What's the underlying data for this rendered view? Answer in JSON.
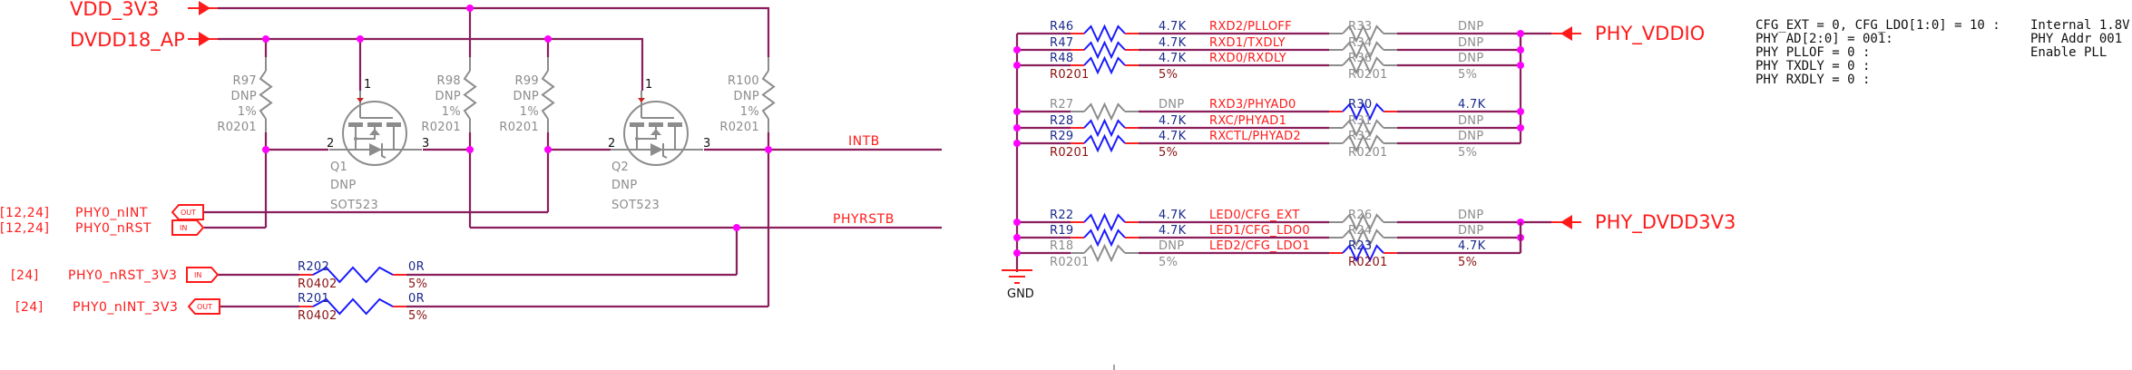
{
  "power_ports": {
    "vdd_3v3": "VDD_3V3",
    "dvdd18_ap": "DVDD18_AP",
    "phy_vddio": "PHY_VDDIO",
    "phy_dvdd3v3": "PHY_DVDD3V3",
    "gnd": "GND"
  },
  "colors": {
    "wire": "#8a1f5c",
    "junction": "#ff00ff",
    "net_label": "#ff1a1a",
    "populated_resistor": "#1a1aff",
    "dnp_component": "#8c8c8c",
    "refdes": "#1a2a8c",
    "footprint": "#8a1010"
  },
  "pullups": [
    {
      "ref": "R97",
      "value": "DNP",
      "tol": "1%",
      "pkg": "R0201"
    },
    {
      "ref": "R98",
      "value": "DNP",
      "tol": "1%",
      "pkg": "R0201"
    },
    {
      "ref": "R99",
      "value": "DNP",
      "tol": "1%",
      "pkg": "R0201"
    },
    {
      "ref": "R100",
      "value": "DNP",
      "tol": "1%",
      "pkg": "R0201"
    }
  ],
  "transistors": [
    {
      "ref": "Q1",
      "value": "DNP",
      "pkg": "SOT523",
      "pin1": "1",
      "pin2": "2",
      "pin3": "3"
    },
    {
      "ref": "Q2",
      "value": "DNP",
      "pkg": "SOT523",
      "pin1": "1",
      "pin2": "2",
      "pin3": "3"
    }
  ],
  "nets": {
    "intb": "INTB",
    "phyrstb": "PHYRSTB"
  },
  "off_page": [
    {
      "ref": "[12,24]",
      "name": "PHY0_nINT",
      "dir": "OUT"
    },
    {
      "ref": "[12,24]",
      "name": "PHY0_nRST",
      "dir": "IN"
    },
    {
      "ref": "[24]",
      "name": "PHY0_nRST_3V3",
      "dir": "IN"
    },
    {
      "ref": "[24]",
      "name": "PHY0_nINT_3V3",
      "dir": "OUT"
    }
  ],
  "series": [
    {
      "ref": "R202",
      "pkg": "R0402",
      "value": "0R",
      "tol": "5%"
    },
    {
      "ref": "R201",
      "pkg": "R0402",
      "value": "0R",
      "tol": "5%"
    }
  ],
  "strap_groups": [
    {
      "rows": [
        {
          "lref": "R46",
          "lval": "4.7K",
          "lpop": true,
          "net": "RXD2/PLLOFF",
          "rref": "R33",
          "rval": "DNP",
          "rpop": false
        },
        {
          "lref": "R47",
          "lval": "4.7K",
          "lpop": true,
          "net": "RXD1/TXDLY",
          "rref": "R34",
          "rval": "DNP",
          "rpop": false
        },
        {
          "lref": "R48",
          "lval": "4.7K",
          "lpop": true,
          "net": "RXD0/RXDLY",
          "rref": "R36",
          "rval": "DNP",
          "rpop": false
        }
      ],
      "lpkg": "R0201",
      "ltol": "5%",
      "rpkg": "R0201",
      "rtol": "5%"
    },
    {
      "rows": [
        {
          "lref": "R27",
          "lval": "DNP",
          "lpop": false,
          "net": "RXD3/PHYAD0",
          "rref": "R30",
          "rval": "4.7K",
          "rpop": true
        },
        {
          "lref": "R28",
          "lval": "4.7K",
          "lpop": true,
          "net": "RXC/PHYAD1",
          "rref": "R31",
          "rval": "DNP",
          "rpop": false
        },
        {
          "lref": "R29",
          "lval": "4.7K",
          "lpop": true,
          "net": "RXCTL/PHYAD2",
          "rref": "R32",
          "rval": "DNP",
          "rpop": false
        }
      ],
      "lpkg": "R0201",
      "ltol": "5%",
      "rpkg": "R0201",
      "rtol": "5%"
    },
    {
      "rows": [
        {
          "lref": "R22",
          "lval": "4.7K",
          "lpop": true,
          "net": "LED0/CFG_EXT",
          "rref": "R26",
          "rval": "DNP",
          "rpop": false
        },
        {
          "lref": "R19",
          "lval": "4.7K",
          "lpop": true,
          "net": "LED1/CFG_LDO0",
          "rref": "R24",
          "rval": "DNP",
          "rpop": false
        },
        {
          "lref": "R18",
          "lval": "DNP",
          "lpop": false,
          "net": "LED2/CFG_LDO1",
          "rref": "R23",
          "rval": "4.7K",
          "rpop": true
        }
      ],
      "lpkg": "R0201",
      "ltol": "5%",
      "rpkg": "R0201",
      "rtol": "5%"
    }
  ],
  "notes": {
    "left": [
      "CFG_EXT = 0, CFG_LDO[1:0] = 10 :",
      "PHY AD[2:0] = 001:",
      "PHY PLLOF = 0 :",
      "PHY TXDLY = 0 :",
      "PHY RXDLY = 0 :"
    ],
    "right": [
      "Internal 1.8V",
      "PHY Addr 001",
      "Enable PLL"
    ]
  }
}
